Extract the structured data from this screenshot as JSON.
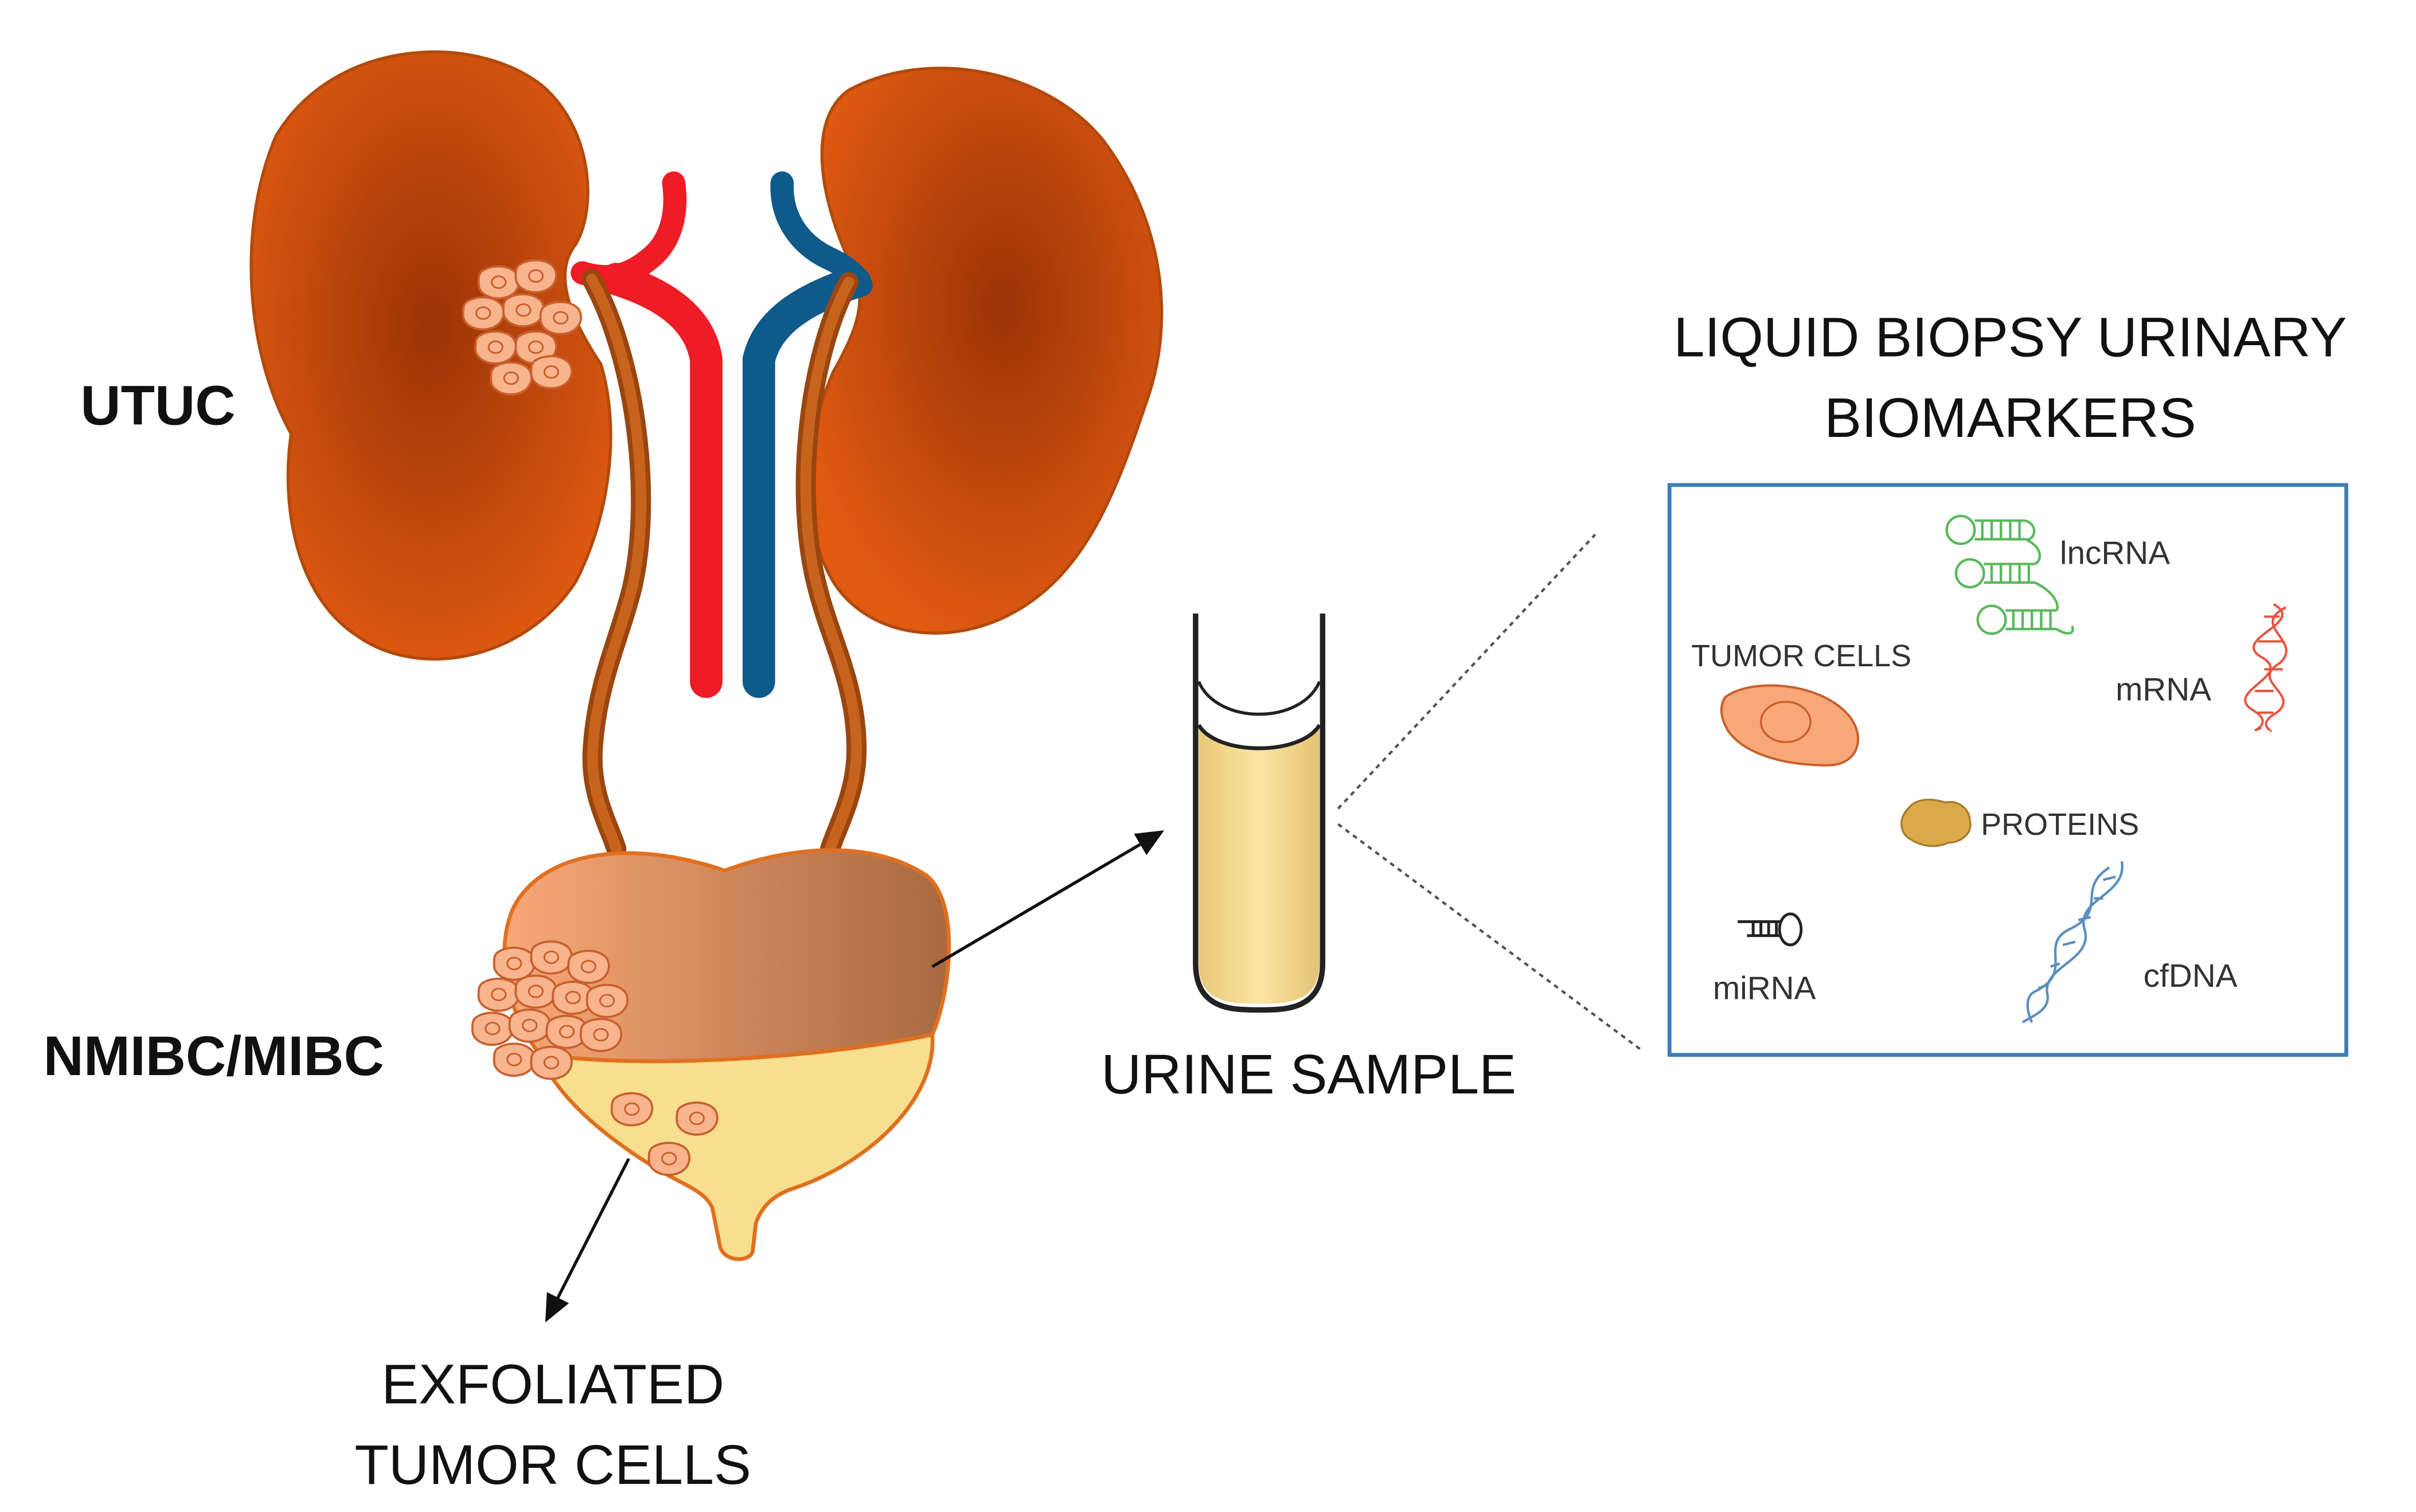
{
  "labels": {
    "utuc": "UTUC",
    "nmibc_mibc": "NMIBC/MIBC",
    "exfoliated_line1": "EXFOLIATED",
    "exfoliated_line2": "TUMOR CELLS",
    "urine_sample": "URINE SAMPLE",
    "title_line1": "LIQUID BIOPSY URINARY",
    "title_line2": "BIOMARKERS"
  },
  "biomarkers": {
    "lncrna": "lncRNA",
    "tumor_cells": "TUMOR CELLS",
    "mrna": "mRNA",
    "proteins": "PROTEINS",
    "mirna": "miRNA",
    "cfdna": "cfDNA"
  },
  "colors": {
    "kidney_edge": "#E05A12",
    "kidney_center": "#9A3306",
    "artery": "#EE1C24",
    "vein": "#0E5A8A",
    "ureter": "#B5500E",
    "bladder_light": "#F8A878",
    "bladder_dark": "#A8693F",
    "urine": "#F7DF8F",
    "tumor": "#F8B48C",
    "tumor_edge": "#C8602E",
    "box_border": "#3D7DB8",
    "lncrna": "#5BB85C",
    "mrna": "#E8533F",
    "protein": "#D9A94A",
    "cfdna": "#5A8FC0"
  }
}
